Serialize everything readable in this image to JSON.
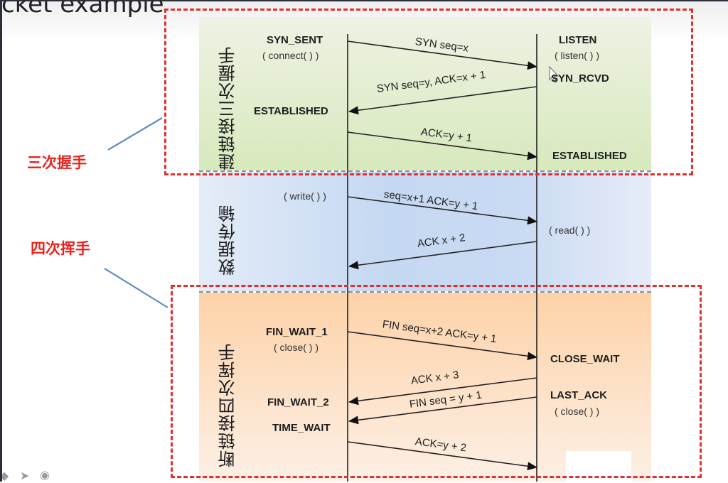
{
  "slide": {
    "title": "cket example"
  },
  "sections": {
    "handshake": {
      "label": "建链接三次握手",
      "color": "#d8e9bd"
    },
    "transfer": {
      "label": "数据传输",
      "color": "#c9daf3"
    },
    "teardown": {
      "label": "断链接四次挥手",
      "color": "#fdd2a8"
    }
  },
  "annotations": {
    "three_way": "三次握手",
    "four_way": "四次挥手",
    "accent": "#e8231e"
  },
  "client_states": {
    "syn_sent": "SYN_SENT",
    "connect_call": "( connect( ) )",
    "established": "ESTABLISHED",
    "write_call": "( write( ) )",
    "fin_wait_1": "FIN_WAIT_1",
    "close_call": "( close( ) )",
    "fin_wait_2": "FIN_WAIT_2",
    "time_wait": "TIME_WAIT"
  },
  "server_states": {
    "listen": "LISTEN",
    "listen_call": "( listen( ) )",
    "syn_rcvd": "SYN_RCVD",
    "established": "ESTABLISHED",
    "read_call": "( read( ) )",
    "close_wait": "CLOSE_WAIT",
    "last_ack": "LAST_ACK",
    "close_call": "( close( ) )"
  },
  "messages": {
    "m1": "SYN seq=x",
    "m2": "SYN seq=y, ACK=x + 1",
    "m3": "ACK=y + 1",
    "m4": "seq=x+1 ACK=y + 1",
    "m5": "ACK x + 2",
    "m6": "FIN seq=x+2 ACK=y + 1",
    "m7": "ACK x + 3",
    "m8": "FIN seq = y + 1",
    "m9": "ACK=y + 2"
  },
  "toolbar": {
    "pen_icon": "pen-icon",
    "pointer_icon": "pointer-icon",
    "target_icon": "target-icon"
  }
}
